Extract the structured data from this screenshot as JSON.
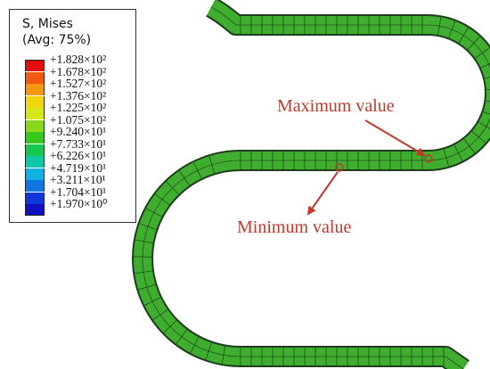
{
  "legend": {
    "title_line1": "S, Mises",
    "title_line2": "(Avg: 75%)",
    "levels": [
      {
        "label": "+1.828×10²",
        "color": "#e01010"
      },
      {
        "label": "+1.678×10²",
        "color": "#f05a10"
      },
      {
        "label": "+1.527×10²",
        "color": "#f59a10"
      },
      {
        "label": "+1.376×10²",
        "color": "#f3d50e"
      },
      {
        "label": "+1.225×10²",
        "color": "#d6e81a"
      },
      {
        "label": "+1.075×10²",
        "color": "#8ad81c"
      },
      {
        "label": "+9.240×10¹",
        "color": "#38c81c"
      },
      {
        "label": "+7.733×10¹",
        "color": "#16c850"
      },
      {
        "label": "+6.226×10¹",
        "color": "#10c8a8"
      },
      {
        "label": "+4.719×10¹",
        "color": "#10b0e0"
      },
      {
        "label": "+3.211×10¹",
        "color": "#1076e0"
      },
      {
        "label": "+1.704×10¹",
        "color": "#1038d8"
      },
      {
        "label": "+1.970×10⁰",
        "color": "#1010c0"
      }
    ]
  },
  "annotations": {
    "max_label": "Maximum value",
    "min_label": "Minimum value",
    "color": "#c0392b"
  }
}
